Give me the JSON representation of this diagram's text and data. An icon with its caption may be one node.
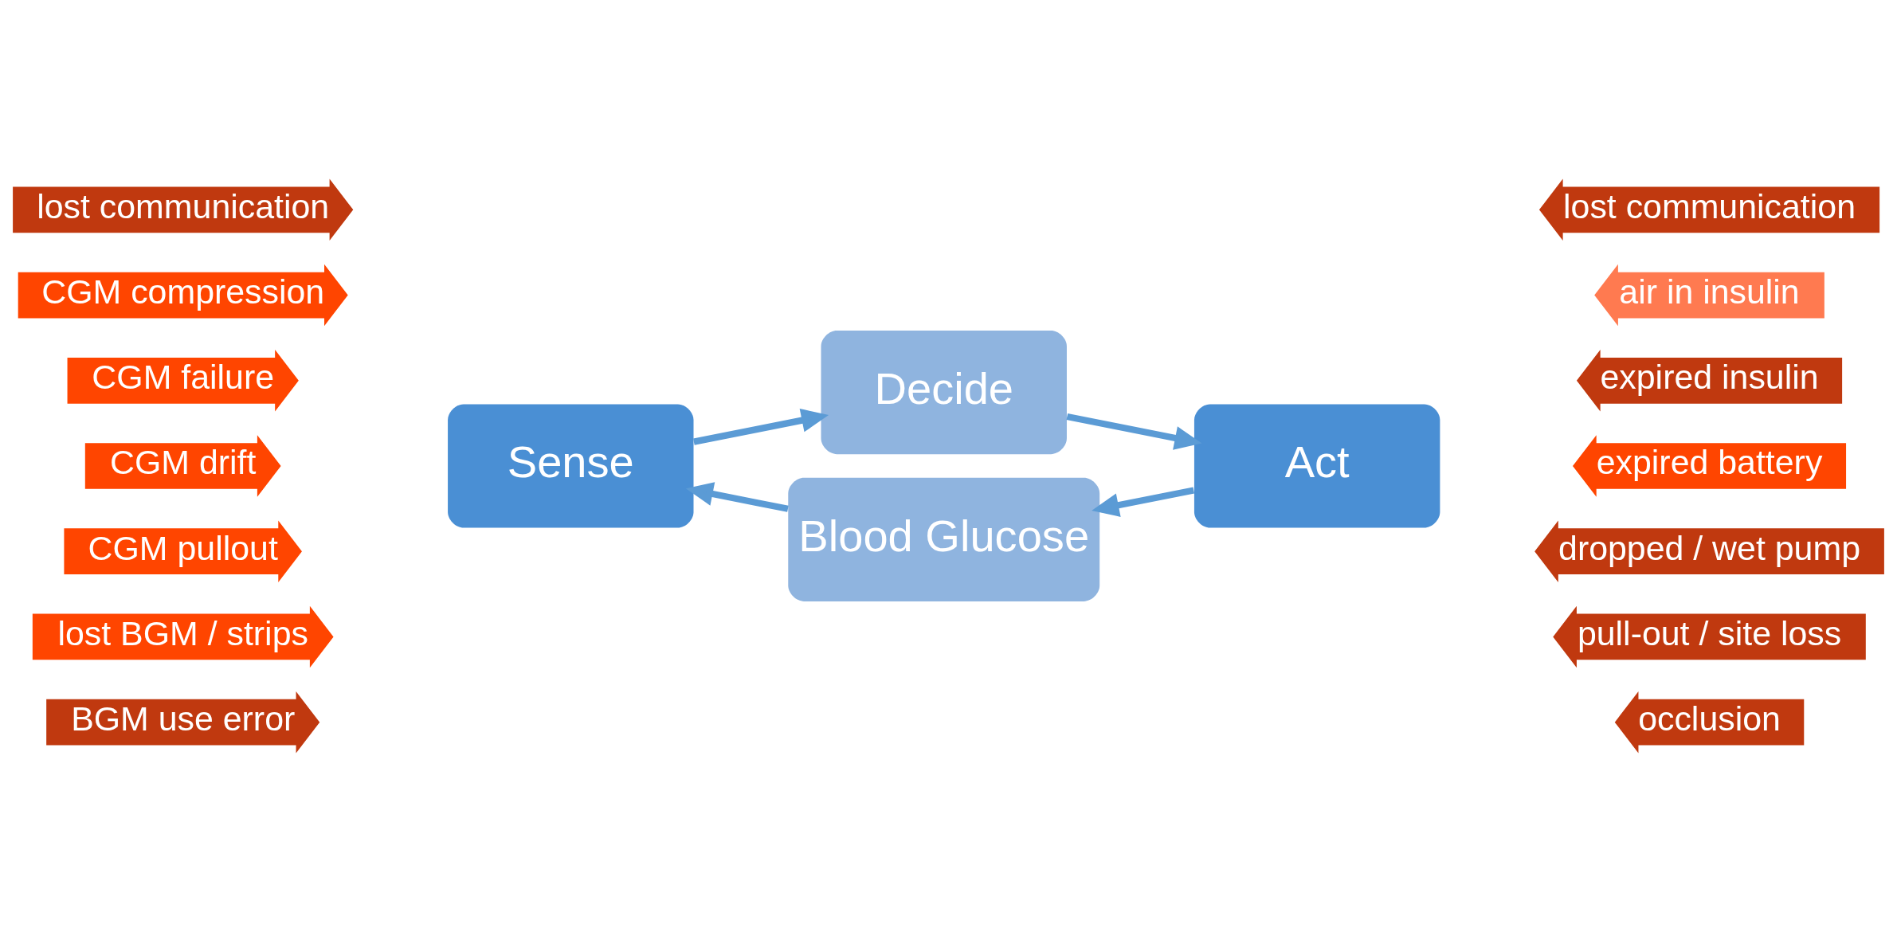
{
  "diagram": {
    "nodes": [
      {
        "text": [
          "lost communication"
        ]
      },
      {
        "text": [
          "CGM compression"
        ]
      },
      {
        "text": [
          "CGM failure"
        ]
      },
      {
        "text": [
          "CGM drift"
        ]
      },
      {
        "text": [
          "CGM pullout"
        ]
      },
      {
        "text": [
          "lost BGM / strips"
        ]
      },
      {
        "text": [
          "BGM use error"
        ]
      },
      {
        "text": [
          "Decide"
        ]
      },
      {
        "text": [
          "Sense"
        ]
      },
      {
        "text": [
          "Act"
        ]
      },
      {
        "text": [
          "Blood Glucose"
        ]
      },
      {
        "text": [
          "lost communication"
        ]
      },
      {
        "text": [
          "air in insulin"
        ]
      },
      {
        "text": [
          "expired insulin"
        ]
      },
      {
        "text": [
          "expired battery"
        ]
      },
      {
        "text": [
          "dropped / wet pump"
        ]
      },
      {
        "text": [
          "pull-out / site loss"
        ]
      },
      {
        "text": [
          "occlusion"
        ]
      }
    ],
    "edges": [
      {
        "from": 8,
        "to": 7,
        "arrow": "to"
      },
      {
        "from": 7,
        "to": 9,
        "arrow": "to"
      },
      {
        "from": 9,
        "to": 10,
        "arrow": "to"
      },
      {
        "from": 10,
        "to": 8,
        "arrow": "to"
      }
    ]
  }
}
